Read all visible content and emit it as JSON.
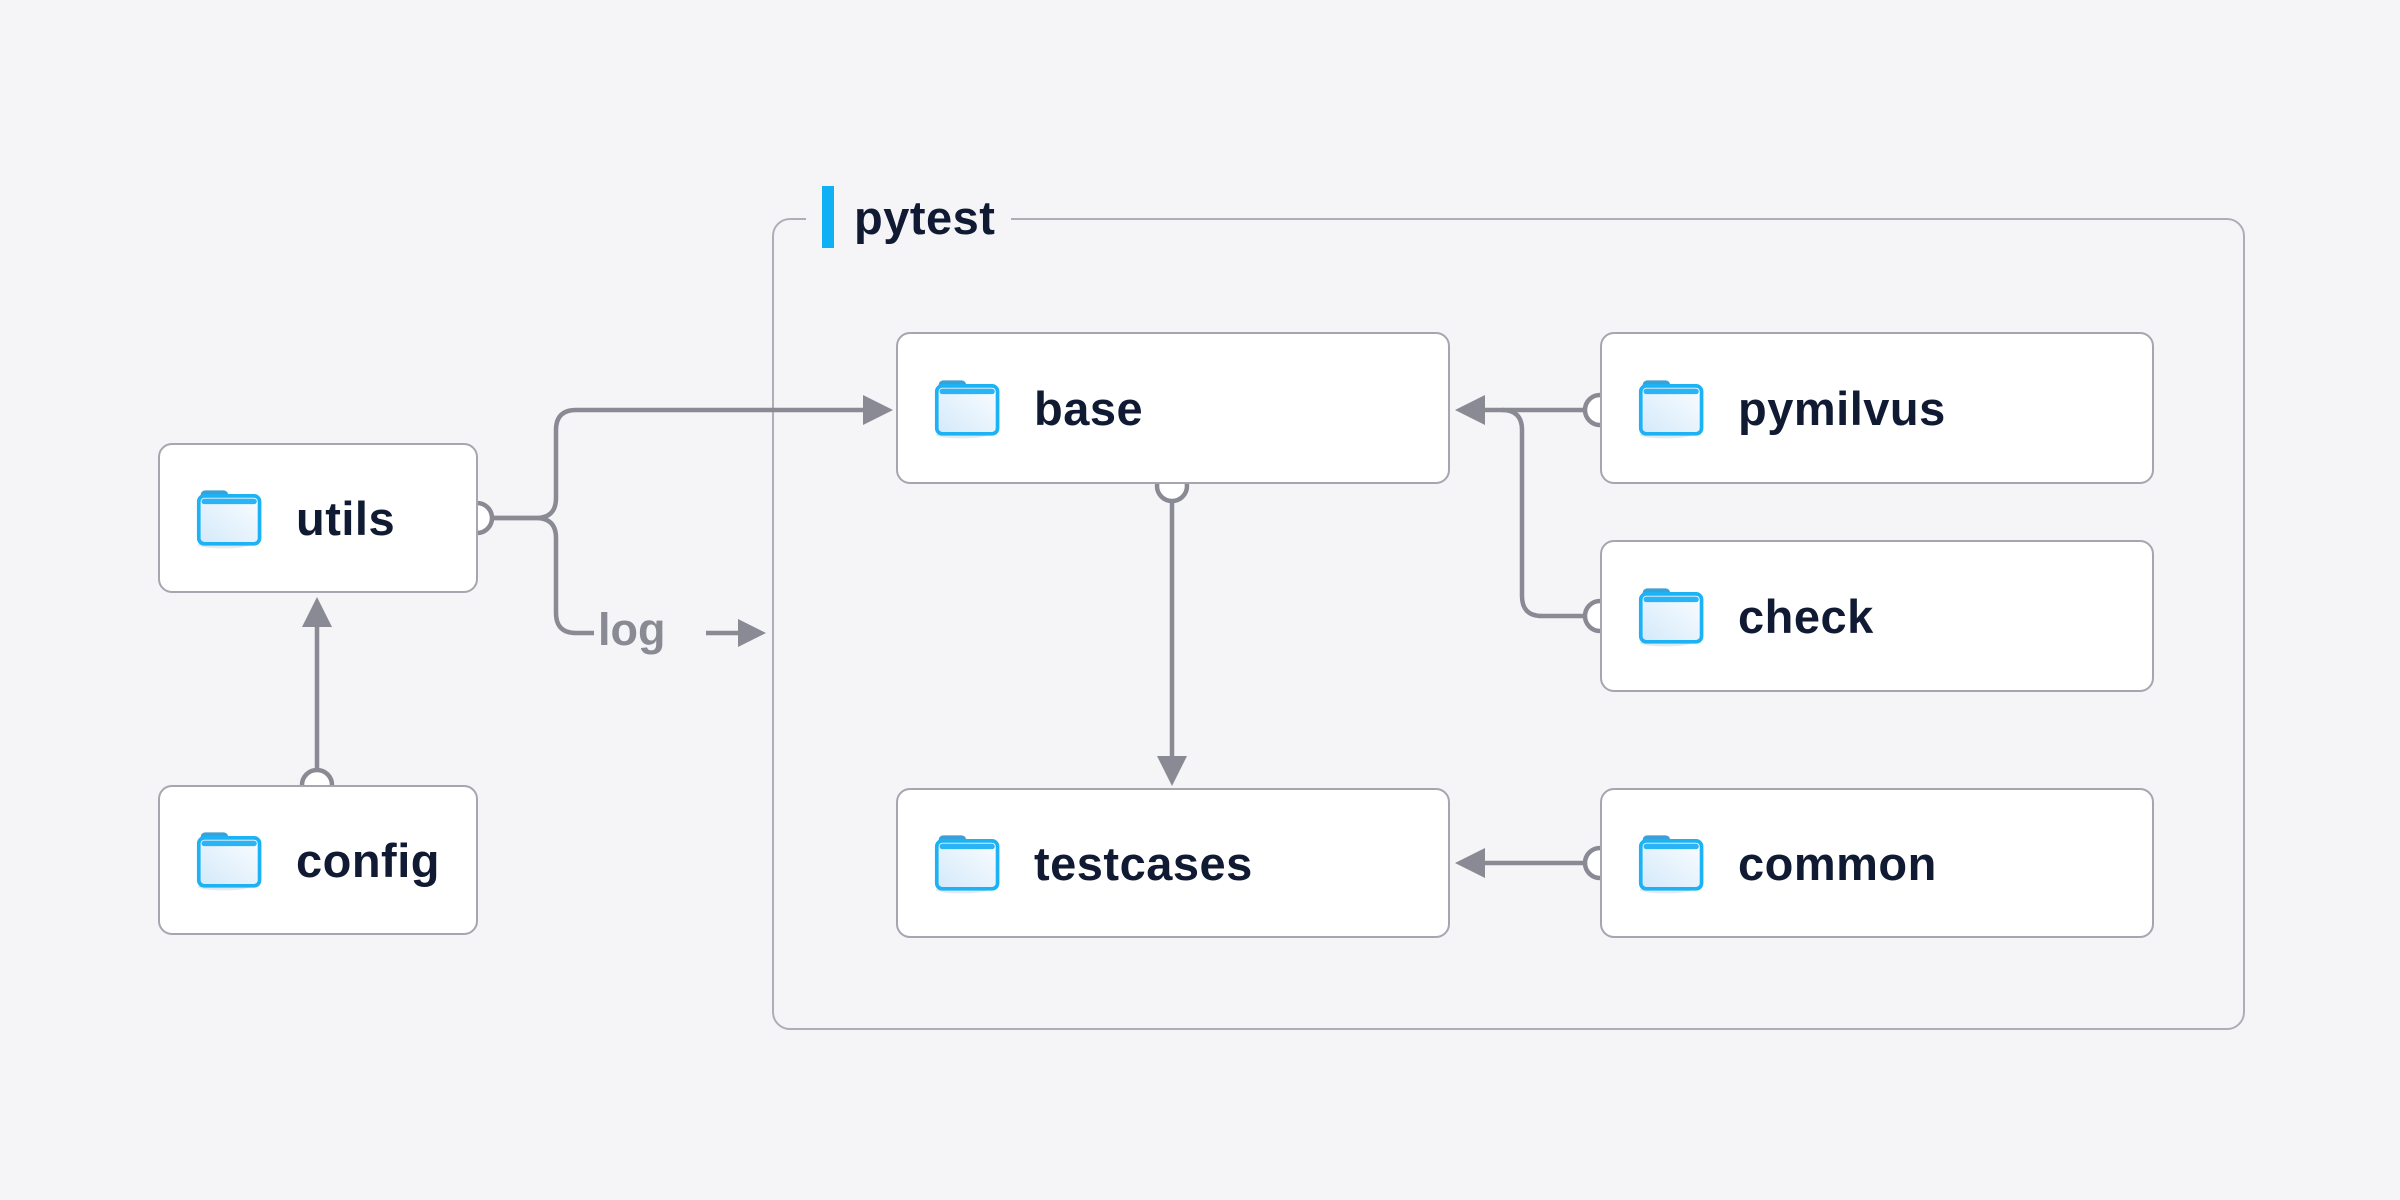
{
  "diagram": {
    "container_label": "pytest",
    "edge_label": "log",
    "nodes": {
      "utils": {
        "label": "utils",
        "icon": "folder-icon"
      },
      "config": {
        "label": "config",
        "icon": "folder-icon"
      },
      "base": {
        "label": "base",
        "icon": "folder-icon"
      },
      "pymilvus": {
        "label": "pymilvus",
        "icon": "folder-icon"
      },
      "check": {
        "label": "check",
        "icon": "folder-icon"
      },
      "testcases": {
        "label": "testcases",
        "icon": "folder-icon"
      },
      "common": {
        "label": "common",
        "icon": "folder-icon"
      }
    },
    "edges": [
      {
        "from": "config",
        "to": "utils"
      },
      {
        "from": "utils",
        "to": "base"
      },
      {
        "from": "utils",
        "to": "log"
      },
      {
        "from": "pymilvus",
        "to": "base"
      },
      {
        "from": "check",
        "to": "base"
      },
      {
        "from": "base",
        "to": "testcases"
      },
      {
        "from": "common",
        "to": "testcases"
      }
    ],
    "colors": {
      "background": "#f5f5f7",
      "box_fill": "#ffffff",
      "box_border": "#a6a6b1",
      "container_border": "#aeaeb8",
      "connector": "#8a8a94",
      "label_text": "#101b33",
      "accent_cyan": "#10b1f4",
      "folder_blue": "#1db2f4",
      "folder_tab": "#39a0d8"
    }
  }
}
